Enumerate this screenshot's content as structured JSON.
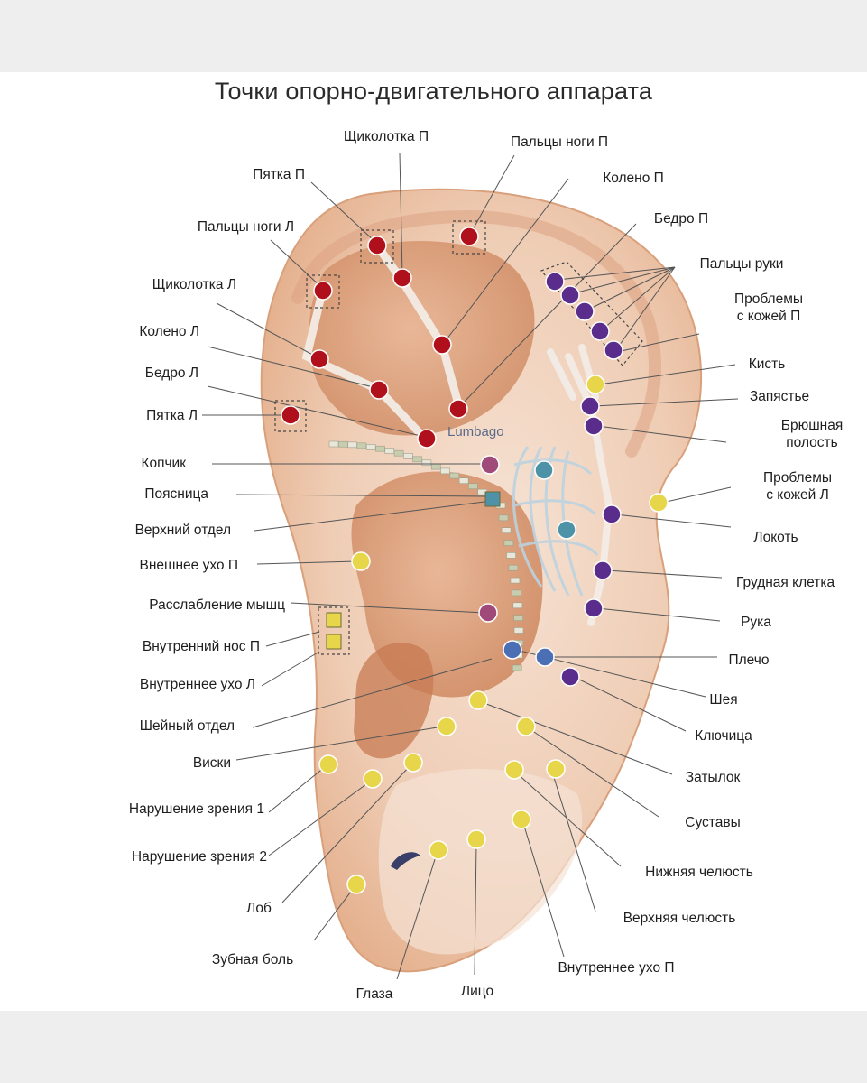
{
  "title": "Точки опорно-двигательного аппарата",
  "lumbago": "Lumbago",
  "colors": {
    "red": "#b0101c",
    "purple": "#5a2d8c",
    "yellow": "#e8d64a",
    "teal": "#4e92a8",
    "mauve": "#a04a7a",
    "blue": "#4a6fb5",
    "ear_fill": "#f1d2bc",
    "ear_shadow": "#d99a73",
    "leader": "#555555"
  },
  "labels": {
    "shchikolotka_p": "Щиколотка П",
    "paltsy_nogi_p": "Пальцы ноги П",
    "pyatka_p": "Пятка П",
    "koleno_p": "Колено П",
    "paltsy_nogi_l": "Пальцы ноги Л",
    "bedro_p": "Бедро П",
    "paltsy_ruki": "Пальцы руки",
    "shchikolotka_l": "Щиколотка Л",
    "problemy_kozhey_p": "Проблемы\nс кожей П",
    "koleno_l": "Колено Л",
    "kist": "Кисть",
    "bedro_l": "Бедро Л",
    "zapyastye": "Запястье",
    "pyatka_l": "Пятка Л",
    "bryushnaya": "Брюшная\nполость",
    "kopchik": "Копчик",
    "problemy_kozhey_l": "Проблемы\nс кожей Л",
    "poyasnitsa": "Поясница",
    "lokot": "Локоть",
    "verkhniy_otdel": "Верхний отдел",
    "vneshnee_ukho_p": "Внешнее ухо П",
    "grudnaya_kletka": "Грудная клетка",
    "rasslablenie": "Расслабление мышц",
    "ruka": "Рука",
    "vnutrenniy_nos_p": "Внутренний нос П",
    "plecho": "Плечо",
    "vnutrennee_ukho_l": "Внутреннее ухо Л",
    "sheya": "Шея",
    "sheyniy_otdel": "Шейный отдел",
    "klyuchitsa": "Ключица",
    "viski": "Виски",
    "zatylok": "Затылок",
    "narushenie_1": "Нарушение зрения 1",
    "sustavy": "Суставы",
    "narushenie_2": "Нарушение зрения 2",
    "nizhnyaya_chelyust": "Нижняя челюсть",
    "lob": "Лоб",
    "verkhnyaya_chelyust": "Верхняя челюсть",
    "zubnaya_bol": "Зубная боль",
    "vnutrennee_ukho_p": "Внутреннее ухо П",
    "glaza": "Глаза",
    "litso": "Лицо"
  }
}
